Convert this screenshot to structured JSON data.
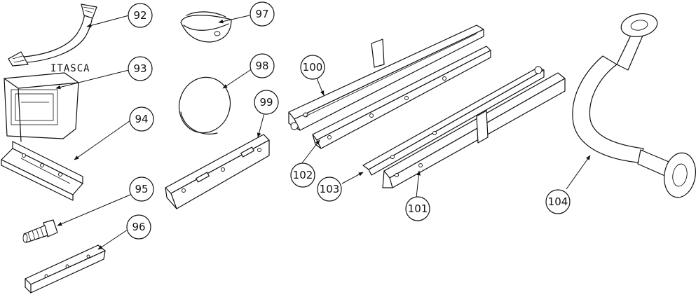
{
  "brand_text": "ITASCA",
  "callouts": [
    "92",
    "93",
    "94",
    "95",
    "96",
    "97",
    "98",
    "99",
    "100",
    "101",
    "102",
    "103",
    "104"
  ]
}
